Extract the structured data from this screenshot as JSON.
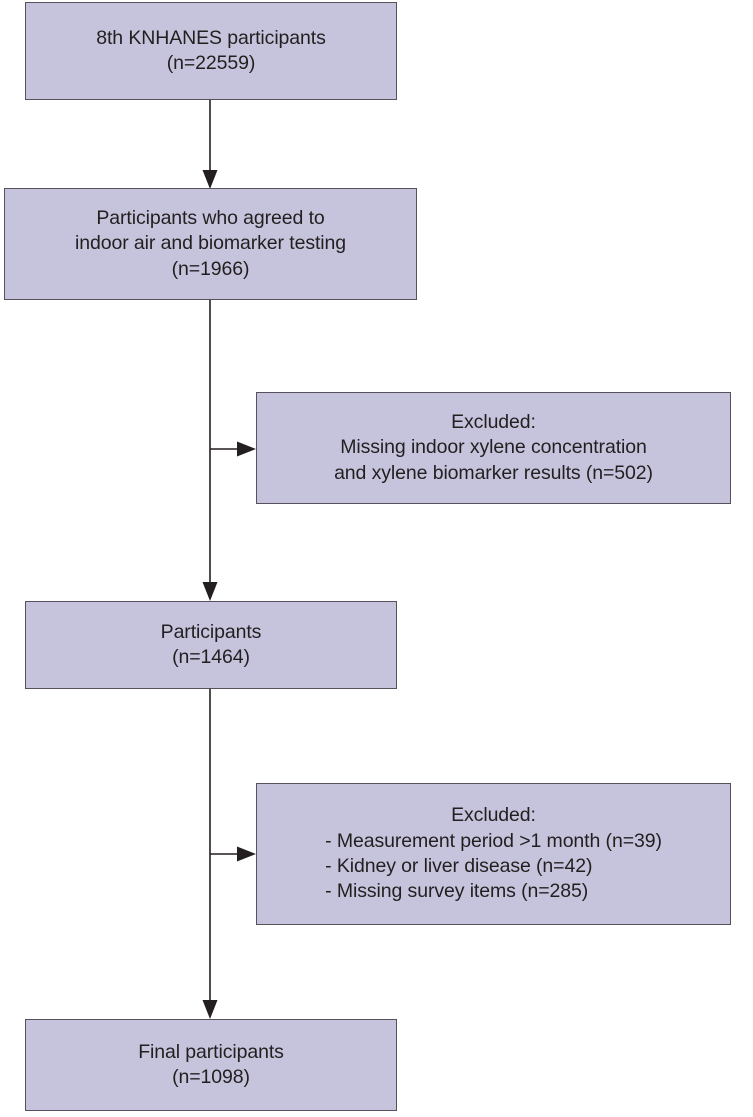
{
  "diagram": {
    "type": "flowchart",
    "orientation": "top-to-bottom",
    "theme": {
      "node_fill": "#c6c4dc",
      "node_border": "#58515c",
      "text_color": "#231f20",
      "connector_color": "#231f20",
      "background": "#ffffff"
    },
    "nodes": [
      {
        "id": "n1",
        "role": "cohort",
        "lines": [
          "8th KNHANES participants",
          "(n=22559)"
        ],
        "count": 22559
      },
      {
        "id": "n2",
        "role": "cohort",
        "lines": [
          "Participants who agreed to",
          "indoor air and biomarker testing",
          "(n=1966)"
        ],
        "count": 1966
      },
      {
        "id": "e1",
        "role": "exclusion",
        "lines": [
          "Excluded:",
          "Missing indoor xylene concentration",
          "and xylene biomarker results (n=502)"
        ],
        "count": 502
      },
      {
        "id": "n3",
        "role": "cohort",
        "lines": [
          "Participants",
          "(n=1464)"
        ],
        "count": 1464
      },
      {
        "id": "e2",
        "role": "exclusion",
        "head": "Excluded:",
        "items": [
          "- Measurement period >1 month (n=39)",
          "- Kidney or liver disease (n=42)",
          "- Missing survey items (n=285)"
        ],
        "counts": [
          39,
          42,
          285
        ]
      },
      {
        "id": "n4",
        "role": "final",
        "lines": [
          "Final participants",
          "(n=1098)"
        ],
        "count": 1098
      }
    ],
    "edges": [
      {
        "from": "n1",
        "to": "n2",
        "kind": "vertical-arrow"
      },
      {
        "from": "n2",
        "to": "e1",
        "kind": "branch-right-arrow"
      },
      {
        "from": "n2",
        "to": "n3",
        "kind": "vertical-arrow"
      },
      {
        "from": "n3",
        "to": "e2",
        "kind": "branch-right-arrow"
      },
      {
        "from": "n3",
        "to": "n4",
        "kind": "vertical-arrow"
      }
    ]
  }
}
